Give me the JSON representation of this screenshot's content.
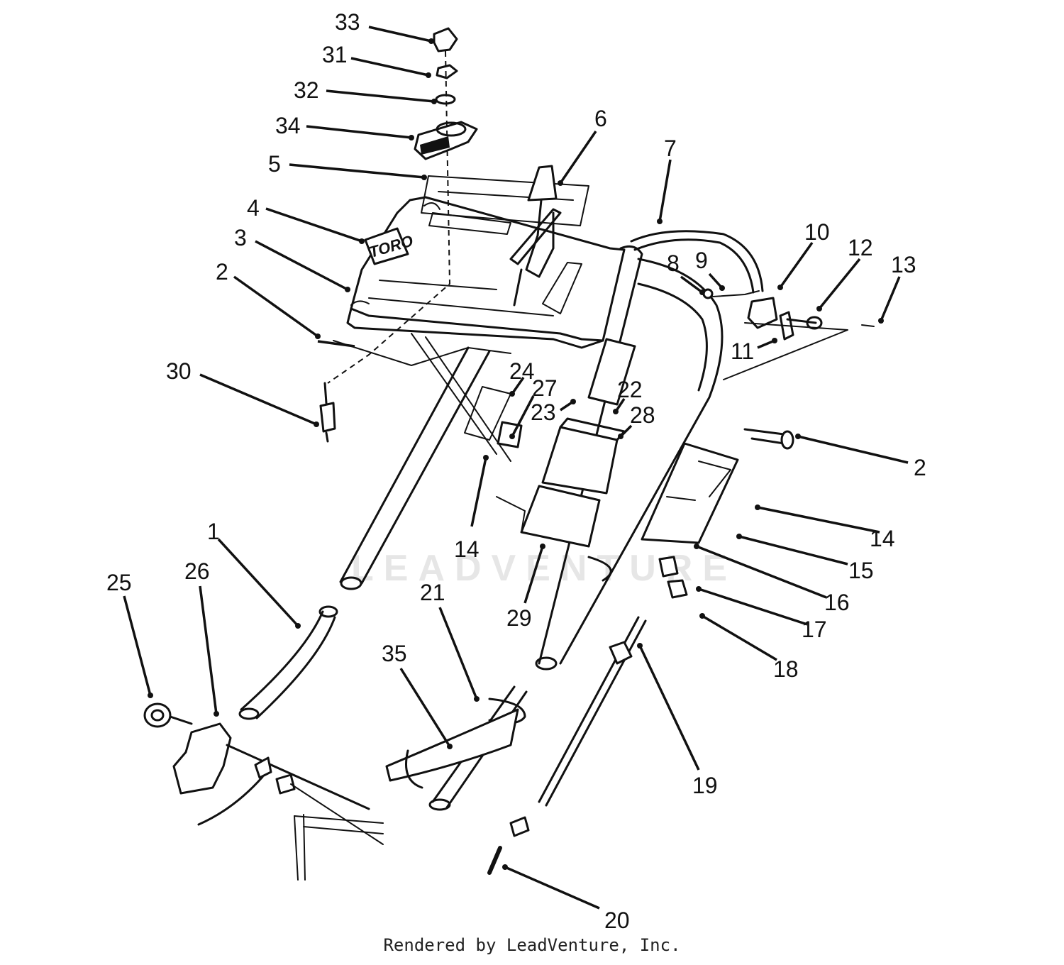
{
  "diagram": {
    "brand_logo_text": "TORO",
    "watermark_text": "LEADVENTURE",
    "callouts": [
      {
        "id": "c33",
        "label": "33"
      },
      {
        "id": "c31",
        "label": "31"
      },
      {
        "id": "c32",
        "label": "32"
      },
      {
        "id": "c34",
        "label": "34"
      },
      {
        "id": "c5",
        "label": "5"
      },
      {
        "id": "c6",
        "label": "6"
      },
      {
        "id": "c7",
        "label": "7"
      },
      {
        "id": "c4",
        "label": "4"
      },
      {
        "id": "c3",
        "label": "3"
      },
      {
        "id": "c2a",
        "label": "2"
      },
      {
        "id": "c8",
        "label": "8"
      },
      {
        "id": "c9",
        "label": "9"
      },
      {
        "id": "c10",
        "label": "10"
      },
      {
        "id": "c12",
        "label": "12"
      },
      {
        "id": "c13",
        "label": "13"
      },
      {
        "id": "c11",
        "label": "11"
      },
      {
        "id": "c30",
        "label": "30"
      },
      {
        "id": "c24",
        "label": "24"
      },
      {
        "id": "c27",
        "label": "27"
      },
      {
        "id": "c22",
        "label": "22"
      },
      {
        "id": "c23",
        "label": "23"
      },
      {
        "id": "c28",
        "label": "28"
      },
      {
        "id": "c2b",
        "label": "2"
      },
      {
        "id": "c14a",
        "label": "14"
      },
      {
        "id": "c14b",
        "label": "14"
      },
      {
        "id": "c15",
        "label": "15"
      },
      {
        "id": "c16",
        "label": "16"
      },
      {
        "id": "c17",
        "label": "17"
      },
      {
        "id": "c18",
        "label": "18"
      },
      {
        "id": "c1",
        "label": "1"
      },
      {
        "id": "c25",
        "label": "25"
      },
      {
        "id": "c26",
        "label": "26"
      },
      {
        "id": "c21",
        "label": "21"
      },
      {
        "id": "c35",
        "label": "35"
      },
      {
        "id": "c29",
        "label": "29"
      },
      {
        "id": "c19",
        "label": "19"
      },
      {
        "id": "c20",
        "label": "20"
      }
    ]
  },
  "footer": {
    "credit": "Rendered by LeadVenture, Inc."
  }
}
